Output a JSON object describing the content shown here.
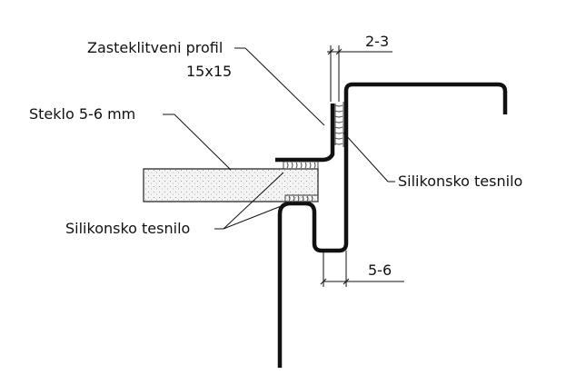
{
  "labels": {
    "profile_line1": "Zasteklitveni profil",
    "profile_line2": "15x15",
    "glass": "Steklo 5-6 mm",
    "sealant_right": "Silikonsko tesnilo",
    "sealant_left": "Silikonsko tesnilo"
  },
  "dimensions": {
    "top_gap": "2-3",
    "bottom_gap": "5-6"
  }
}
